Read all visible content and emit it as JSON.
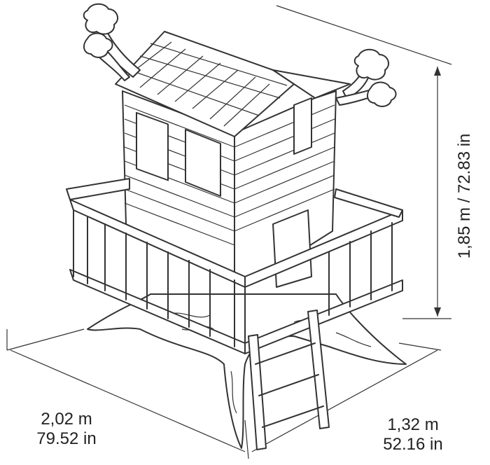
{
  "dimensions": {
    "width": {
      "metric": "2,02 m",
      "imperial": "79.52 in"
    },
    "depth": {
      "metric": "1,32 m",
      "imperial": "52.16 in"
    },
    "height": {
      "label": "1,85 m / 72.83 in"
    }
  },
  "colors": {
    "line": "#333333",
    "background": "#ffffff"
  }
}
